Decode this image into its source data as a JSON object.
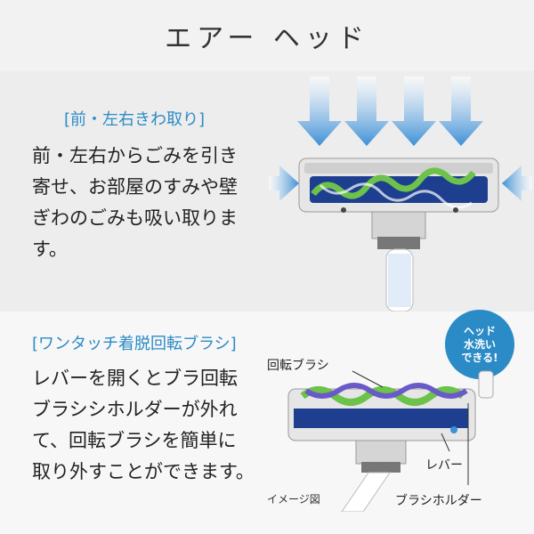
{
  "title": "エアー ヘッド",
  "section1": {
    "heading": "[前・左右きわ取り]",
    "body": "前・左右からごみを引き\n寄せ、お部屋のすみや壁\nぎわのごみも吸い取りま\nす。"
  },
  "section2": {
    "heading": "[ワンタッチ着脱回転ブラシ]",
    "body": "レバーを開くとブラ回転\nブラシシホルダーが外れ\nて、回転ブラシを簡単に\n取り外すことができます。"
  },
  "badge": {
    "line1": "ヘッド",
    "line2": "水洗い",
    "line3": "できる!"
  },
  "labels": {
    "rotating_brush": "回転ブラシ",
    "lever": "レバー",
    "brush_holder": "ブラシホルダー",
    "image_caption": "イメージ図"
  },
  "colors": {
    "accent": "#2b8bc6",
    "arrow": "#3d8fd6",
    "brush_green": "#6cc24a",
    "brush_blue": "#2d4fa8"
  }
}
